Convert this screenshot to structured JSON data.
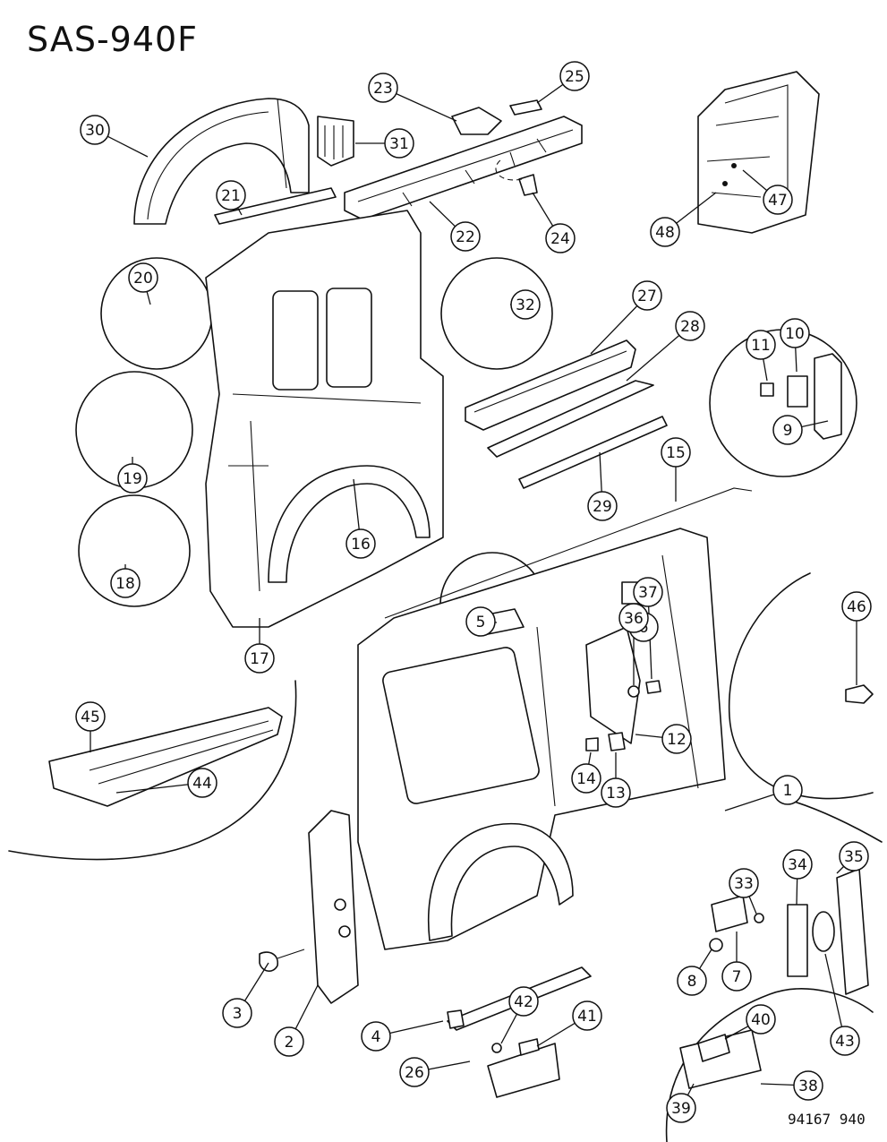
{
  "title": "SAS-940F",
  "footer_code": "94167 940",
  "callouts": [
    {
      "label": "1"
    },
    {
      "label": "2"
    },
    {
      "label": "3"
    },
    {
      "label": "4"
    },
    {
      "label": "5"
    },
    {
      "label": "6"
    },
    {
      "label": "7"
    },
    {
      "label": "8"
    },
    {
      "label": "9"
    },
    {
      "label": "10"
    },
    {
      "label": "11"
    },
    {
      "label": "12"
    },
    {
      "label": "13"
    },
    {
      "label": "14"
    },
    {
      "label": "15"
    },
    {
      "label": "16"
    },
    {
      "label": "17"
    },
    {
      "label": "18"
    },
    {
      "label": "19"
    },
    {
      "label": "20"
    },
    {
      "label": "21"
    },
    {
      "label": "22"
    },
    {
      "label": "23"
    },
    {
      "label": "24"
    },
    {
      "label": "25"
    },
    {
      "label": "26"
    },
    {
      "label": "27"
    },
    {
      "label": "28"
    },
    {
      "label": "29"
    },
    {
      "label": "30"
    },
    {
      "label": "31"
    },
    {
      "label": "32"
    },
    {
      "label": "33"
    },
    {
      "label": "34"
    },
    {
      "label": "35"
    },
    {
      "label": "36"
    },
    {
      "label": "37"
    },
    {
      "label": "38"
    },
    {
      "label": "39"
    },
    {
      "label": "40"
    },
    {
      "label": "41"
    },
    {
      "label": "42"
    },
    {
      "label": "43"
    },
    {
      "label": "44"
    },
    {
      "label": "45"
    },
    {
      "label": "46"
    },
    {
      "label": "47"
    },
    {
      "label": "48"
    },
    {
      "label": "26"
    },
    {
      "label": "39"
    }
  ]
}
